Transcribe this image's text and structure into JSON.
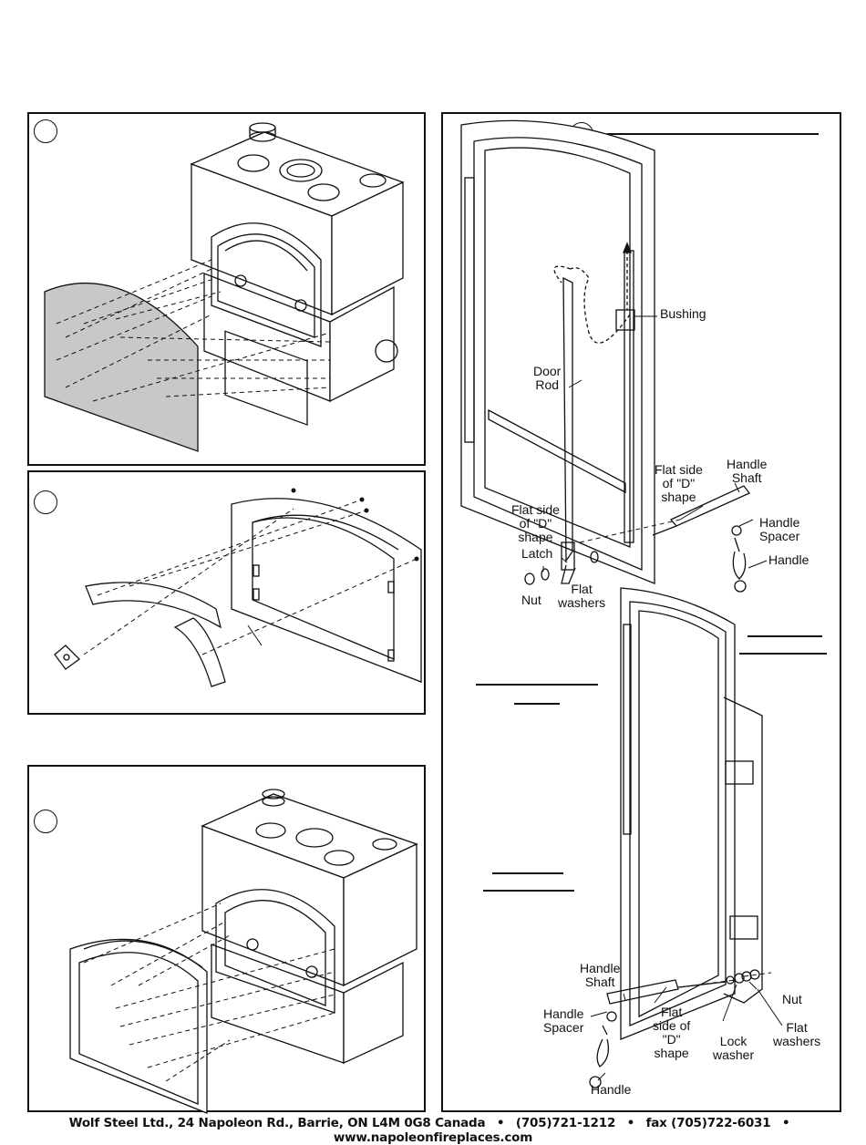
{
  "door_labels": {
    "bushing": "Bushing",
    "door_rod": "Door\nRod",
    "flat_side_top": "Flat side\nof \"D\"\nshape",
    "handle_shaft_top": "Handle\nShaft",
    "handle_spacer_top": "Handle\nSpacer",
    "handle_top": "Handle",
    "flat_side_left": "Flat side\nof \"D\"\nshape",
    "latch": "Latch",
    "nut_top": "Nut",
    "flat_washers_top": "Flat\nwashers",
    "handle_shaft_bottom": "Handle\nShaft",
    "handle_spacer_bottom": "Handle\nSpacer",
    "flat_side_bottom": "Flat\nside of\n\"D\"\nshape",
    "lock_washer": "Lock\nwasher",
    "nut_bottom": "Nut",
    "flat_washers_bottom": "Flat\nwashers",
    "handle_bottom": "Handle"
  },
  "footer": {
    "company": "Wolf Steel Ltd., 24 Napoleon Rd., Barrie, ON L4M 0G8 Canada",
    "phone": "(705)721-1212",
    "fax": "fax (705)722-6031",
    "website": "www.napoleonfireplaces.com",
    "separator": "•"
  },
  "colors": {
    "line": "#111111",
    "shield": "#c8c8c8"
  }
}
